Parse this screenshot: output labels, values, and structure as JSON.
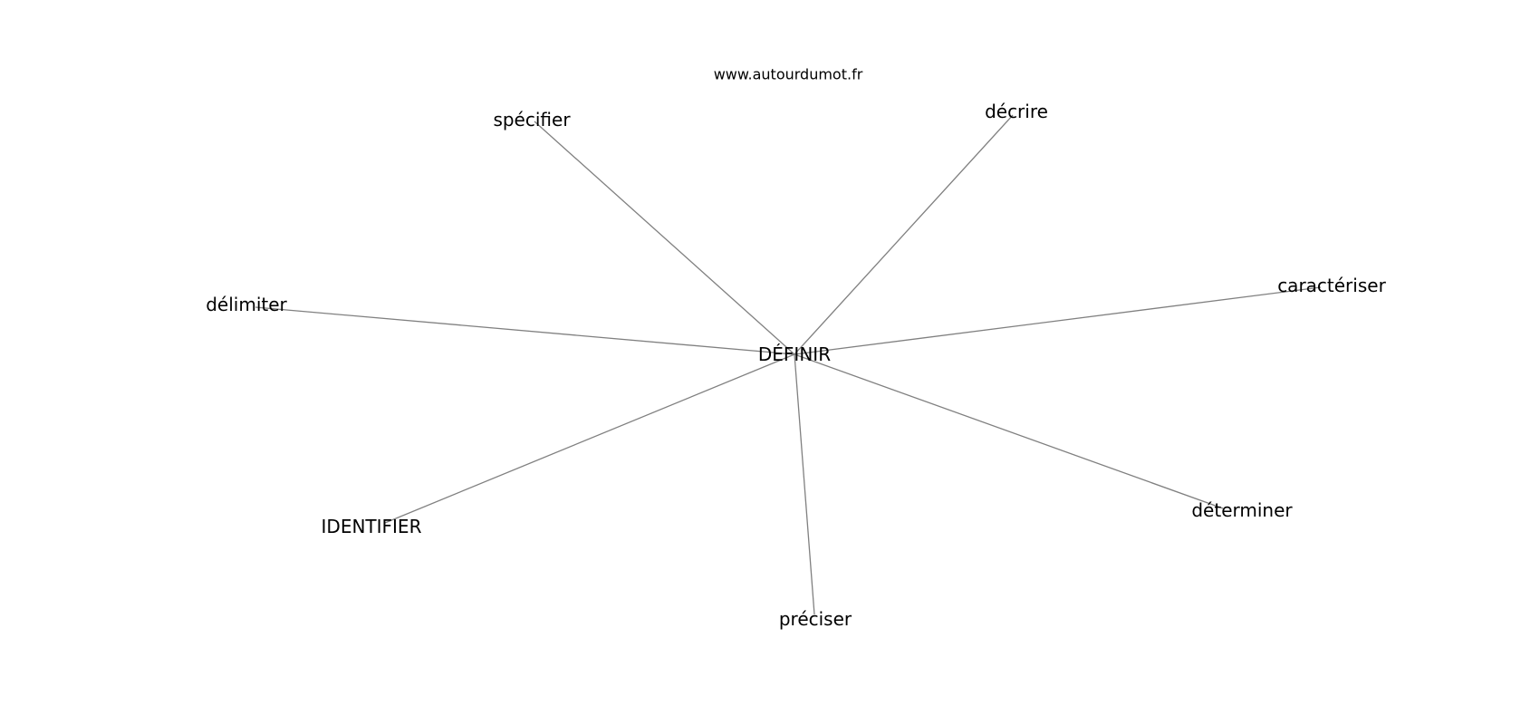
{
  "watermark": "www.autourdumot.fr",
  "colors": {
    "edge": "#808080",
    "text": "#000000",
    "background": "#ffffff"
  },
  "graph": {
    "center": {
      "id": "definir",
      "label": "DÉFINIR"
    },
    "nodes": [
      {
        "id": "specifier",
        "label": "spécifier"
      },
      {
        "id": "decrire",
        "label": "décrire"
      },
      {
        "id": "caracteriser",
        "label": "caractériser"
      },
      {
        "id": "delimiter",
        "label": "délimiter"
      },
      {
        "id": "identifier",
        "label": "IDENTIFIER"
      },
      {
        "id": "preciser",
        "label": "préciser"
      },
      {
        "id": "determiner",
        "label": "déterminer"
      }
    ],
    "edges": [
      {
        "from": "definir",
        "to": "specifier"
      },
      {
        "from": "definir",
        "to": "decrire"
      },
      {
        "from": "definir",
        "to": "caracteriser"
      },
      {
        "from": "definir",
        "to": "delimiter"
      },
      {
        "from": "definir",
        "to": "identifier"
      },
      {
        "from": "definir",
        "to": "preciser"
      },
      {
        "from": "definir",
        "to": "determiner"
      }
    ]
  }
}
